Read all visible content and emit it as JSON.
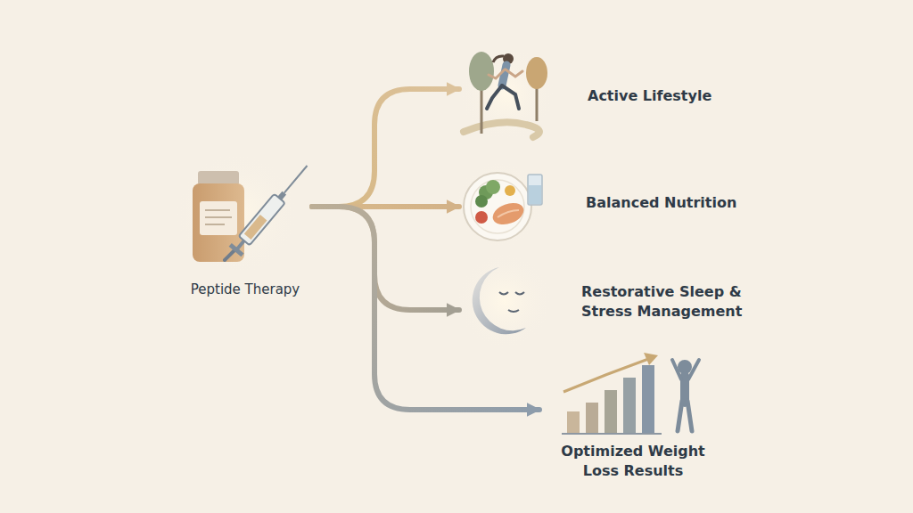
{
  "diagram": {
    "nodes": [
      {
        "text": [
          "Peptide Therapy"
        ]
      },
      {
        "text": [
          "Active Lifestyle"
        ]
      },
      {
        "text": [
          "Balanced Nutrition"
        ]
      },
      {
        "text": [
          "Restorative Sleep & Stress Management"
        ]
      },
      {
        "text": [
          "Optimized Weight Loss Results"
        ]
      }
    ],
    "edges": [
      {
        "from": 0,
        "to": 1,
        "arrow": "to"
      },
      {
        "from": 0,
        "to": 2,
        "arrow": "to"
      },
      {
        "from": 0,
        "to": 3,
        "arrow": "to"
      },
      {
        "from": 0,
        "to": 4,
        "arrow": "to"
      }
    ]
  }
}
